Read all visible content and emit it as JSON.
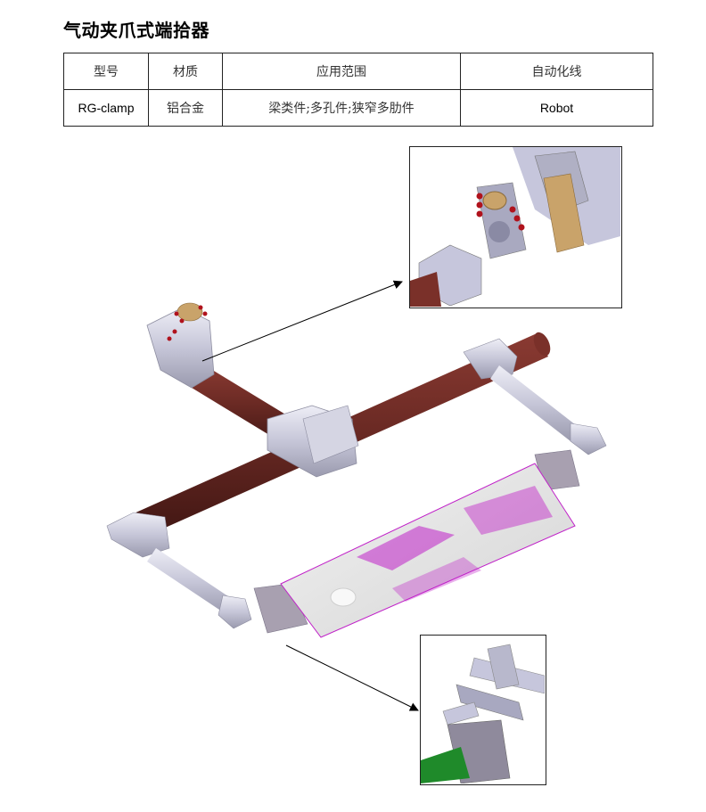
{
  "page": {
    "title": "气动夹爪式端拾器"
  },
  "spec_table": {
    "headers": [
      "型号",
      "材质",
      "应用范围",
      "自动化线"
    ],
    "rows": [
      [
        "RG-clamp",
        "铝合金",
        "梁类件;多孔件;狭窄多肋件",
        "Robot"
      ]
    ]
  },
  "figure": {
    "main_view": "gripper-assembly-cad-render",
    "callouts": [
      {
        "name": "robot-flange-connection-detail",
        "position": "top-right"
      },
      {
        "name": "pneumatic-clamp-detail",
        "position": "bottom-right"
      }
    ],
    "colors": {
      "main_tube": "#6b2a24",
      "aluminum": "#c9c9dc",
      "part_surface": "#e6e6e6",
      "part_marks": "#c020c8",
      "brass": "#c9a36a",
      "bolt_red": "#b0121c",
      "sheet_green": "#1f8a2a"
    }
  }
}
